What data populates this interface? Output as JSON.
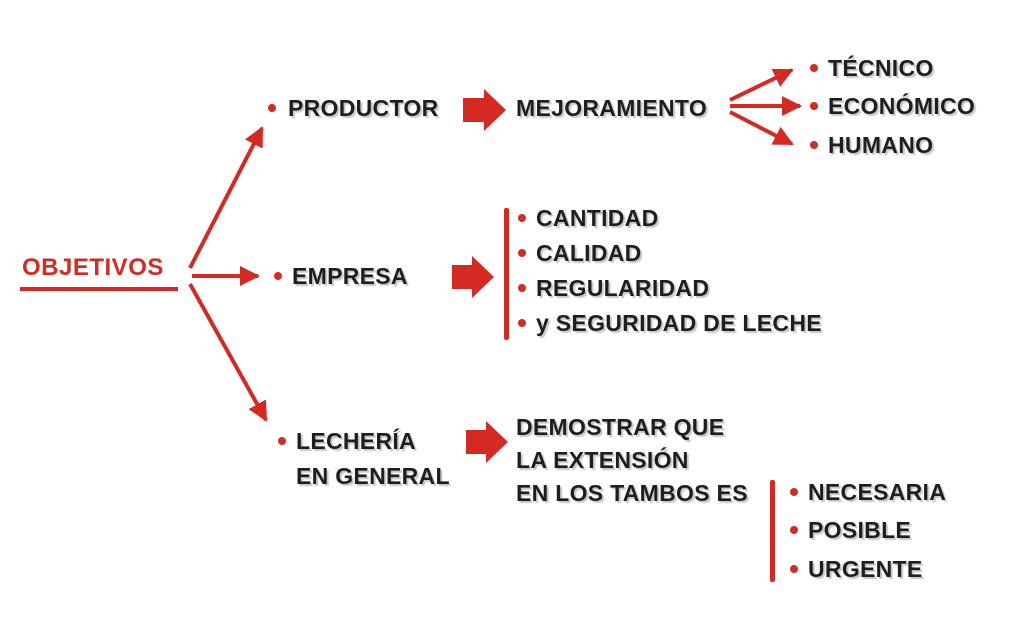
{
  "colors": {
    "accent": "#d42a22",
    "text": "#1e1e1e",
    "background": "#ffffff"
  },
  "root": {
    "label": "OBJETIVOS"
  },
  "productor": {
    "label": "PRODUCTOR",
    "result": "MEJORAMIENTO",
    "items": [
      "TÉCNICO",
      "ECONÓMICO",
      "HUMANO"
    ]
  },
  "empresa": {
    "label": "EMPRESA",
    "items": [
      "CANTIDAD",
      "CALIDAD",
      "REGULARIDAD",
      "y SEGURIDAD DE LECHE"
    ]
  },
  "lecheria": {
    "label_line1": "LECHERÍA",
    "label_line2": "EN GENERAL",
    "statement_line1": "DEMOSTRAR QUE",
    "statement_line2": "LA EXTENSIÓN",
    "statement_line3": "EN LOS TAMBOS ES",
    "items": [
      "NECESARIA",
      "POSIBLE",
      "URGENTE"
    ]
  }
}
